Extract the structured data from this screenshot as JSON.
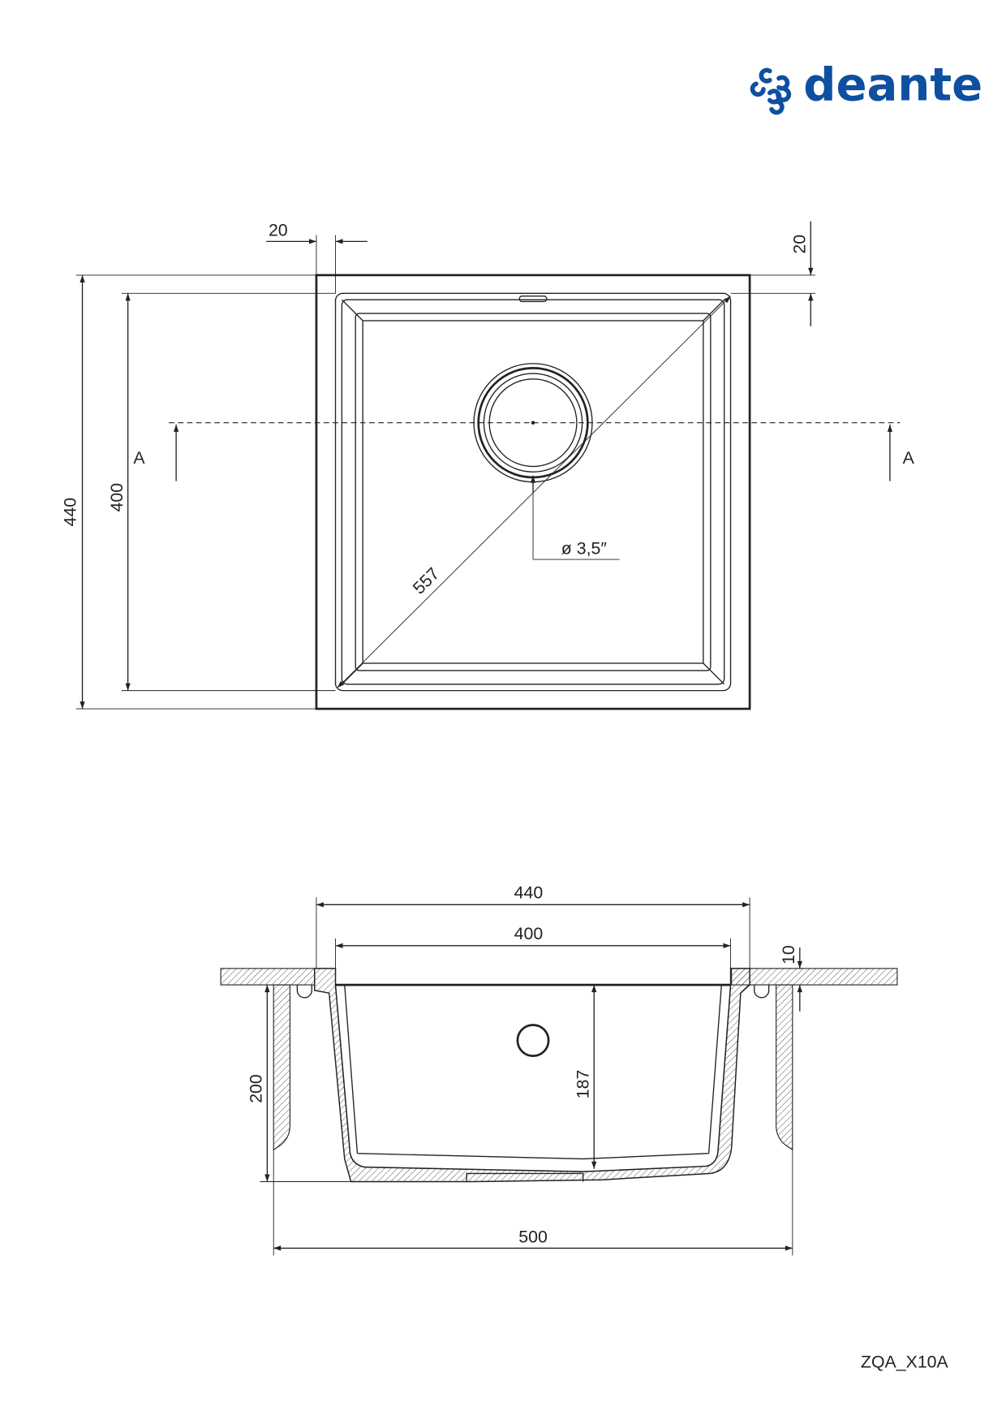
{
  "brand": {
    "name": "deante",
    "color": "#0f4fa0"
  },
  "top_view": {
    "dim_outer_height": "440",
    "dim_inner_height": "400",
    "dim_rim_left": "20",
    "dim_rim_top": "20",
    "dim_diagonal": "557",
    "drain_label": "ø 3,5″",
    "section_label_left": "A",
    "section_label_right": "A"
  },
  "section_view": {
    "dim_outer_width": "440",
    "dim_inner_width": "400",
    "dim_rim_thickness": "10",
    "dim_total_depth": "200",
    "dim_inner_depth": "187",
    "dim_cabinet_width": "500"
  },
  "drawing_code": "ZQA_X10A"
}
